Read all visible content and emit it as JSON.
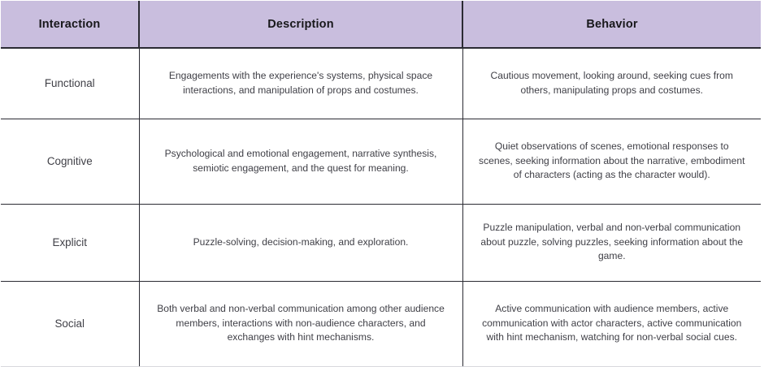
{
  "table": {
    "columns": [
      {
        "key": "interaction",
        "label": "Interaction"
      },
      {
        "key": "description",
        "label": "Description"
      },
      {
        "key": "behavior",
        "label": "Behavior"
      }
    ],
    "header_background": "#c9bede",
    "header_text_color": "#18181b",
    "body_text_color": "#3f3f46",
    "border_color": "#2b2b33",
    "rows": [
      {
        "interaction": "Functional",
        "description": "Engagements with the experience's systems, physical space interactions, and manipulation of props and costumes.",
        "behavior": "Cautious movement, looking around, seeking cues from others, manipulating props and costumes."
      },
      {
        "interaction": "Cognitive",
        "description": "Psychological and emotional engagement, narrative synthesis, semiotic engagement, and the quest for meaning.",
        "behavior": "Quiet observations of scenes, emotional responses to scenes, seeking information about the narrative, embodiment of characters (acting as the character would)."
      },
      {
        "interaction": "Explicit",
        "description": "Puzzle-solving, decision-making, and exploration.",
        "behavior": "Puzzle manipulation, verbal and non-verbal communication about puzzle, solving puzzles, seeking information about the game."
      },
      {
        "interaction": "Social",
        "description": "Both verbal and non-verbal communication among other audience members, interactions with non-audience characters, and exchanges with hint mechanisms.",
        "behavior": "Active communication with audience members, active communication with actor characters, active communication with hint mechanism, watching for non-verbal social cues."
      }
    ]
  }
}
